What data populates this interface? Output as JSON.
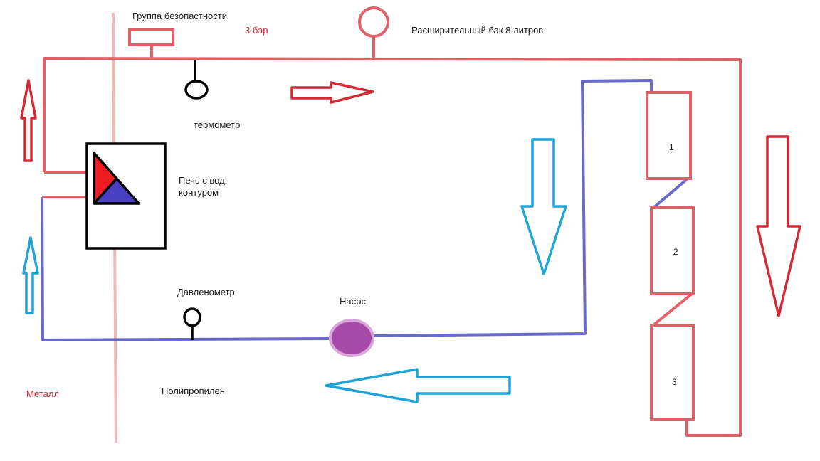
{
  "labels": {
    "safety_group": "Группа безопастности",
    "pressure_bar": "3 бар",
    "expansion_tank": "Расширительный бак 8 литров",
    "thermometer": "термометр",
    "stove_line1": "Печь с вод.",
    "stove_line2": "контуром",
    "manometer": "Давленометр",
    "pump": "Насос",
    "metal": "Металл",
    "polypropylene": "Полипропилен"
  },
  "radiators": [
    {
      "label": "1"
    },
    {
      "label": "2"
    },
    {
      "label": "3"
    }
  ],
  "colors": {
    "hot_pipe": "#e06068",
    "cold_pipe": "#6a6ac8",
    "red_arrow": "#d42a35",
    "blue_arrow": "#1fa3d8",
    "pump_fill": "#a64aa8",
    "pump_halo": "#d9a6dc",
    "boundary_line": "#f2b6b6",
    "stove_red": "#ee1c24",
    "stove_blue": "#4a3ec2"
  }
}
